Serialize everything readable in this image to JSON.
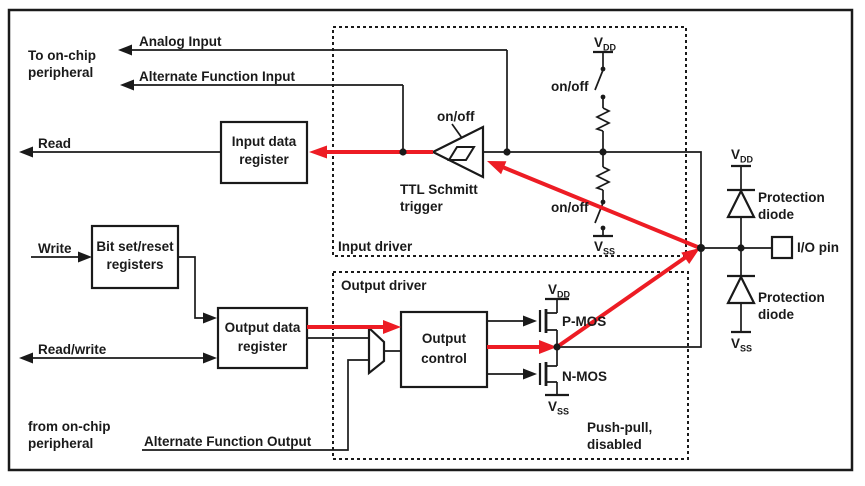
{
  "colors": {
    "line": "#1a1a1a",
    "highlight": "#ed1c24",
    "background": "#ffffff"
  },
  "labels": {
    "to_on_chip_1": "To on-chip",
    "to_on_chip_2": "peripheral",
    "analog_input": "Analog Input",
    "alternate_function_input": "Alternate Function Input",
    "read": "Read",
    "write": "Write",
    "read_write": "Read/write",
    "from_on_chip_1": "from on-chip",
    "from_on_chip_2": "peripheral",
    "alternate_function_output": "Alternate Function Output",
    "input_data_register_1": "Input data",
    "input_data_register_2": "register",
    "bit_set_reset_1": "Bit set/reset",
    "bit_set_reset_2": "registers",
    "output_data_register_1": "Output data",
    "output_data_register_2": "register",
    "output_control_1": "Output",
    "output_control_2": "control",
    "ttl_schmitt_1": "TTL Schmitt",
    "ttl_schmitt_2": "trigger",
    "on_off": "on/off",
    "input_driver": "Input driver",
    "output_driver": "Output driver",
    "pmos": "P-MOS",
    "nmos": "N-MOS",
    "push_pull_1": "Push-pull,",
    "push_pull_2": "disabled",
    "protection_1": "Protection",
    "protection_2": "diode",
    "io_pin": "I/O pin",
    "v": "V",
    "dd": "DD",
    "ss": "SS"
  }
}
